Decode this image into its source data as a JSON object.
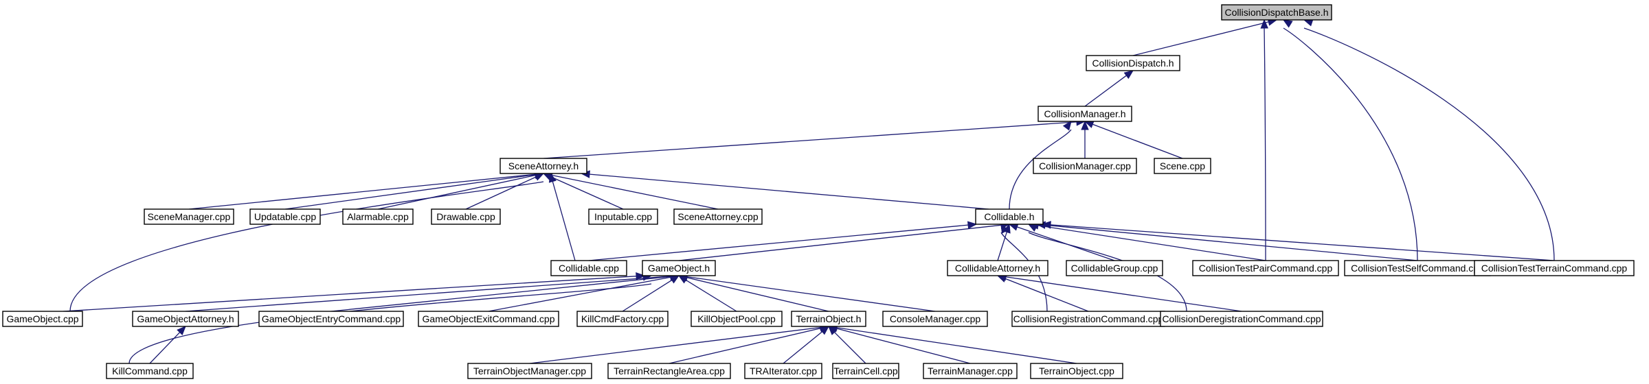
{
  "colors": {
    "edge": "#191970",
    "node_border": "#000000",
    "node_fill": "#ffffff",
    "root_fill": "#bfbfbf",
    "background": "#ffffff"
  },
  "nodes": {
    "collisiondispatchbase-h": "CollisionDispatchBase.h",
    "collisiondispatch-h": "CollisionDispatch.h",
    "collisionmanager-h": "CollisionManager.h",
    "sceneattorney-h": "SceneAttorney.h",
    "collisionmanager-cpp": "CollisionManager.cpp",
    "scene-cpp": "Scene.cpp",
    "scenemanager-cpp": "SceneManager.cpp",
    "updatable-cpp": "Updatable.cpp",
    "alarmable-cpp": "Alarmable.cpp",
    "drawable-cpp": "Drawable.cpp",
    "inputable-cpp": "Inputable.cpp",
    "sceneattorney-cpp": "SceneAttorney.cpp",
    "collidable-h": "Collidable.h",
    "collidable-cpp": "Collidable.cpp",
    "gameobject-h": "GameObject.h",
    "collidableattorney-h": "CollidableAttorney.h",
    "collidablegroup-cpp": "CollidableGroup.cpp",
    "collisiontestpaircommand-cpp": "CollisionTestPairCommand.cpp",
    "collisiontestselfcommand-cpp": "CollisionTestSelfCommand.cpp",
    "collisiontestterraincommand-cpp": "CollisionTestTerrainCommand.cpp",
    "gameobject-cpp": "GameObject.cpp",
    "gameobjectattorney-h": "GameObjectAttorney.h",
    "gameobjectentrycommand-cpp": "GameObjectEntryCommand.cpp",
    "gameobjectexitcommand-cpp": "GameObjectExitCommand.cpp",
    "killcmdfactory-cpp": "KillCmdFactory.cpp",
    "killobjectpool-cpp": "KillObjectPool.cpp",
    "terrainobject-h": "TerrainObject.h",
    "consolemanager-cpp": "ConsoleManager.cpp",
    "collisionregistrationcommand-cpp": "CollisionRegistrationCommand.cpp",
    "collisionderegistrationcommand-cpp": "CollisionDeregistrationCommand.cpp",
    "killcommand-cpp": "KillCommand.cpp",
    "terrainobjectmanager-cpp": "TerrainObjectManager.cpp",
    "terrainrectanglearea-cpp": "TerrainRectangleArea.cpp",
    "traiterator-cpp": "TRAIterator.cpp",
    "terraincell-cpp": "TerrainCell.cpp",
    "terrainmanager-cpp": "TerrainManager.cpp",
    "terrainobject-cpp": "TerrainObject.cpp"
  },
  "edges": [
    [
      "collisiondispatch-h",
      "collisiondispatchbase-h"
    ],
    [
      "collisiontestpaircommand-cpp",
      "collisiondispatchbase-h"
    ],
    [
      "collisiontestselfcommand-cpp",
      "collisiondispatchbase-h"
    ],
    [
      "collisiontestterraincommand-cpp",
      "collisiondispatchbase-h"
    ],
    [
      "collisionmanager-h",
      "collisiondispatch-h"
    ],
    [
      "sceneattorney-h",
      "collisionmanager-h"
    ],
    [
      "collisionmanager-cpp",
      "collisionmanager-h"
    ],
    [
      "scene-cpp",
      "collisionmanager-h"
    ],
    [
      "collidable-h",
      "collisionmanager-h"
    ],
    [
      "scenemanager-cpp",
      "sceneattorney-h"
    ],
    [
      "updatable-cpp",
      "sceneattorney-h"
    ],
    [
      "alarmable-cpp",
      "sceneattorney-h"
    ],
    [
      "drawable-cpp",
      "sceneattorney-h"
    ],
    [
      "inputable-cpp",
      "sceneattorney-h"
    ],
    [
      "sceneattorney-cpp",
      "sceneattorney-h"
    ],
    [
      "collidable-cpp",
      "sceneattorney-h"
    ],
    [
      "gameobject-cpp",
      "sceneattorney-h"
    ],
    [
      "collidable-h",
      "sceneattorney-h"
    ],
    [
      "collidable-cpp",
      "collidable-h"
    ],
    [
      "gameobject-h",
      "collidable-h"
    ],
    [
      "collidableattorney-h",
      "collidable-h"
    ],
    [
      "collidablegroup-cpp",
      "collidable-h"
    ],
    [
      "collisiontestpaircommand-cpp",
      "collidable-h"
    ],
    [
      "collisiontestselfcommand-cpp",
      "collidable-h"
    ],
    [
      "collisiontestterraincommand-cpp",
      "collidable-h"
    ],
    [
      "collisionregistrationcommand-cpp",
      "collidable-h"
    ],
    [
      "collisionderegistrationcommand-cpp",
      "collidable-h"
    ],
    [
      "gameobject-cpp",
      "gameobject-h"
    ],
    [
      "gameobjectattorney-h",
      "gameobject-h"
    ],
    [
      "gameobjectentrycommand-cpp",
      "gameobject-h"
    ],
    [
      "gameobjectexitcommand-cpp",
      "gameobject-h"
    ],
    [
      "killcmdfactory-cpp",
      "gameobject-h"
    ],
    [
      "killobjectpool-cpp",
      "gameobject-h"
    ],
    [
      "terrainobject-h",
      "gameobject-h"
    ],
    [
      "consolemanager-cpp",
      "gameobject-h"
    ],
    [
      "killcommand-cpp",
      "gameobject-h"
    ],
    [
      "collisionregistrationcommand-cpp",
      "collidableattorney-h"
    ],
    [
      "collisionderegistrationcommand-cpp",
      "collidableattorney-h"
    ],
    [
      "killcommand-cpp",
      "gameobjectattorney-h"
    ],
    [
      "terrainobjectmanager-cpp",
      "terrainobject-h"
    ],
    [
      "terrainrectanglearea-cpp",
      "terrainobject-h"
    ],
    [
      "traiterator-cpp",
      "terrainobject-h"
    ],
    [
      "terraincell-cpp",
      "terrainobject-h"
    ],
    [
      "terrainmanager-cpp",
      "terrainobject-h"
    ],
    [
      "terrainobject-cpp",
      "terrainobject-h"
    ]
  ]
}
